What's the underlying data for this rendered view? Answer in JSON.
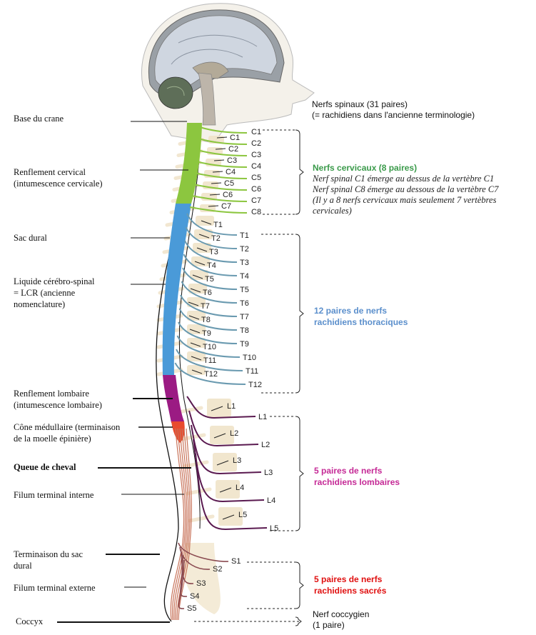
{
  "colors": {
    "cervical": "#8cc63f",
    "thoracic": "#4a9ad8",
    "lumbar": "#9b1b83",
    "cone": "#e84b2e",
    "sacral": "#c8735a",
    "bone": "#efe2c6",
    "cervical_text": "#3a9a4a",
    "thoracic_text": "#5b8fcc",
    "lumbar_text": "#c52a96",
    "sacral_text": "#e01010"
  },
  "left_labels": [
    {
      "id": "base-crane",
      "text": "Base du crane"
    },
    {
      "id": "renflement-cervical",
      "lines": [
        "Renflement cervical",
        "(intumescence cervicale)"
      ]
    },
    {
      "id": "sac-dural",
      "text": "Sac dural"
    },
    {
      "id": "lcr",
      "lines": [
        "Liquide cérébro-spinal",
        "= LCR (ancienne",
        "nomenclature)"
      ]
    },
    {
      "id": "renflement-lombaire",
      "lines": [
        "Renflement lombaire",
        "(intumescence lombaire)"
      ]
    },
    {
      "id": "cone-medullaire",
      "lines": [
        "Cône médullaire  (terminaison",
        "de la moelle épinière)"
      ]
    },
    {
      "id": "queue-cheval",
      "text": "Queue de cheval"
    },
    {
      "id": "filum-interne",
      "text": "Filum terminal interne"
    },
    {
      "id": "terminaison-sac",
      "lines": [
        "Terminaison du sac",
        "dural"
      ]
    },
    {
      "id": "filum-externe",
      "text": "Filum terminal externe"
    },
    {
      "id": "coccyx",
      "text": "Coccyx"
    }
  ],
  "right_text": {
    "header": [
      "Nerfs spinaux (31 paires)",
      "(= rachidiens dans l'ancienne terminologie)"
    ],
    "cervical_title": "Nerfs cervicaux (8 paires)",
    "cervical_notes": [
      "Nerf spinal C1 émerge au dessus de la vertèbre  C1",
      "Nerf spinal C8 émerge au dessous de la vertèbre  C7",
      "(Il  y  a  8  nerfs  cervicaux  mais  seulement  7  vertèbres",
      "cervicales)"
    ],
    "thoracic": [
      "12 paires de nerfs",
      "rachidiens thoraciques"
    ],
    "lumbar": [
      "5 paires de nerfs",
      "rachidiens lombaires"
    ],
    "sacral": [
      "5 paires de nerfs",
      "rachidiens sacrés"
    ],
    "coccygeal": [
      "Nerf coccygien",
      "(1 paire)"
    ]
  },
  "vertebra_labels": {
    "cervical": [
      "C1",
      "C2",
      "C3",
      "C4",
      "C5",
      "C6",
      "C7"
    ],
    "thoracic": [
      "T1",
      "T2",
      "T3",
      "T4",
      "T5",
      "T6",
      "T7",
      "T8",
      "T9",
      "T10",
      "T11",
      "T12"
    ],
    "lumbar": [
      "L1",
      "L2",
      "L3",
      "L4",
      "L5"
    ]
  },
  "nerve_labels": {
    "cervical": [
      "C1",
      "C2",
      "C3",
      "C4",
      "C5",
      "C6",
      "C7",
      "C8"
    ],
    "thoracic": [
      "T1",
      "T2",
      "T3",
      "T4",
      "T5",
      "T6",
      "T7",
      "T8",
      "T9",
      "T10",
      "T11",
      "T12"
    ],
    "lumbar": [
      "L1",
      "L2",
      "L3",
      "L4",
      "L5"
    ],
    "sacral": [
      "S1",
      "S2",
      "S3",
      "S4",
      "S5"
    ]
  }
}
